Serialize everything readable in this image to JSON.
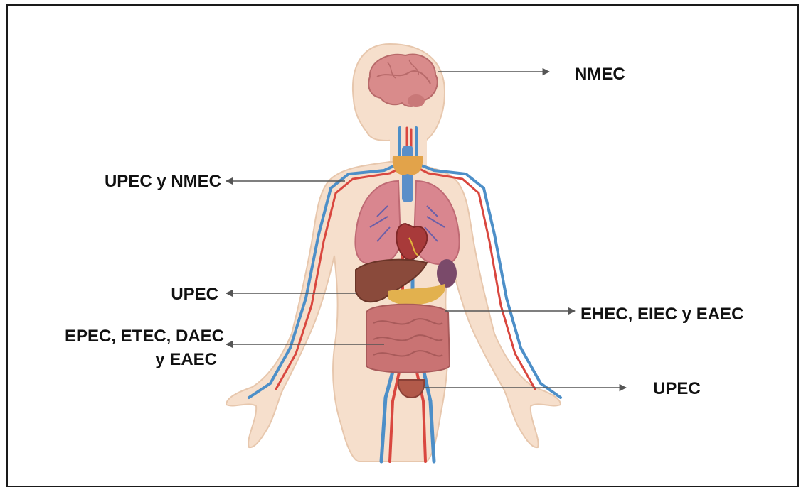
{
  "labels": {
    "brain": "NMEC",
    "blood": "UPEC y NMEC",
    "liver": "UPEC",
    "colon": "EHEC, EIEC y EAEC",
    "small_intestine_line1": "EPEC, ETEC, DAEC",
    "small_intestine_line2": "y EAEC",
    "bladder": "UPEC"
  },
  "colors": {
    "skin": "#f6dfcc",
    "skin_outline": "#e7c7ad",
    "vein": "#4d8fc8",
    "artery": "#d9473f",
    "lung": "#d9868f",
    "liver": "#8a4a3b",
    "intestine": "#cf7f7c",
    "brain": "#d98b8b",
    "arrow": "#555555"
  }
}
